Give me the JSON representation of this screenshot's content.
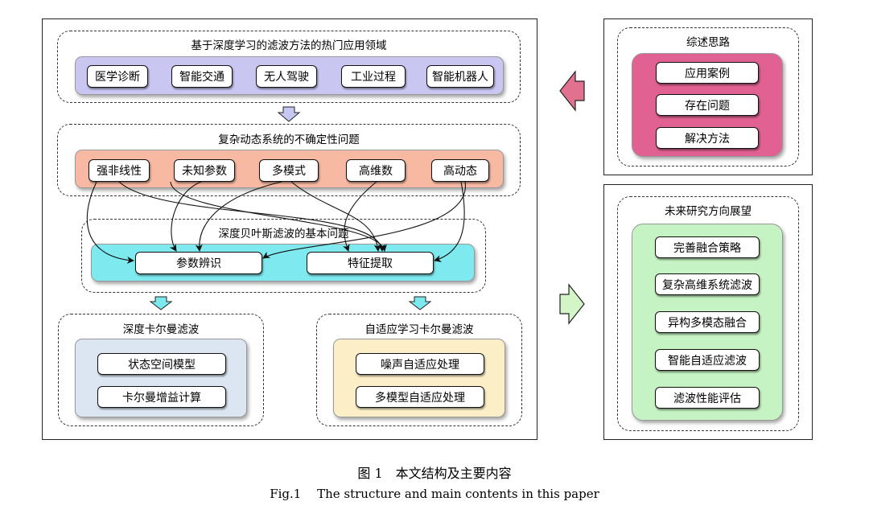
{
  "applications": {
    "title": "基于深度学习的滤波方法的热门应用领域",
    "items": [
      "医学诊断",
      "智能交通",
      "无人驾驶",
      "工业过程",
      "智能机器人"
    ]
  },
  "uncertainty": {
    "title": "复杂动态系统的不确定性问题",
    "items": [
      "强非线性",
      "未知参数",
      "多模式",
      "高维数",
      "高动态"
    ]
  },
  "bayes": {
    "title": "深度贝叶斯滤波的基本问题",
    "items": [
      "参数辨识",
      "特征提取"
    ]
  },
  "kalman": {
    "title": "深度卡尔曼滤波",
    "items": [
      "状态空间模型",
      "卡尔曼增益计算"
    ]
  },
  "adaptive": {
    "title": "自适应学习卡尔曼滤波",
    "items": [
      "噪声自适应处理",
      "多模型自适应处理"
    ]
  },
  "review": {
    "title": "综述思路",
    "items": [
      "应用案例",
      "存在问题",
      "解决方法"
    ]
  },
  "future": {
    "title": "未来研究方向展望",
    "items": [
      "完善融合策略",
      "复杂高维系统滤波",
      "异构多模态融合",
      "智能自适应滤波",
      "滤波性能评估"
    ]
  },
  "caption": {
    "zh": "图 1　本文结构及主要内容",
    "en": "Fig.1　 The structure and main contents in this paper"
  },
  "colors": {
    "applications_band": "#c9c6f2",
    "uncertainty_band": "#f7b9a2",
    "bayes_band": "#7eeaf0",
    "kalman_band": "#dbe6f2",
    "adaptive_band": "#fcefc8",
    "review_band": "#e06192",
    "future_band": "#c6f3c3",
    "arrow_down_blue": "#c4c8f3",
    "arrow_down_cyan": "#7ee8ef",
    "arrow_left_pink": "#e2708f",
    "arrow_right_green": "#d4f5c8"
  }
}
